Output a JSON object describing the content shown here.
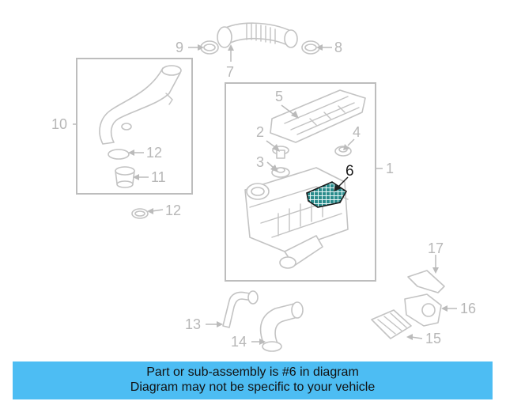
{
  "callouts": {
    "c1": "1",
    "c2": "2",
    "c3": "3",
    "c4": "4",
    "c5": "5",
    "c6": "6",
    "c7": "7",
    "c8": "8",
    "c9": "9",
    "c10": "10",
    "c11": "11",
    "c12a": "12",
    "c12b": "12",
    "c13": "13",
    "c14": "14",
    "c15": "15",
    "c16": "16",
    "c17": "17"
  },
  "highlighted_part": "6",
  "colors": {
    "banner": "#4dbdf3",
    "highlight": "#2a8c8c",
    "lines": "#c3c3c3"
  },
  "banner": {
    "line1": "Part or sub-assembly is #6 in diagram",
    "line2": "Diagram may not be specific to your vehicle"
  }
}
